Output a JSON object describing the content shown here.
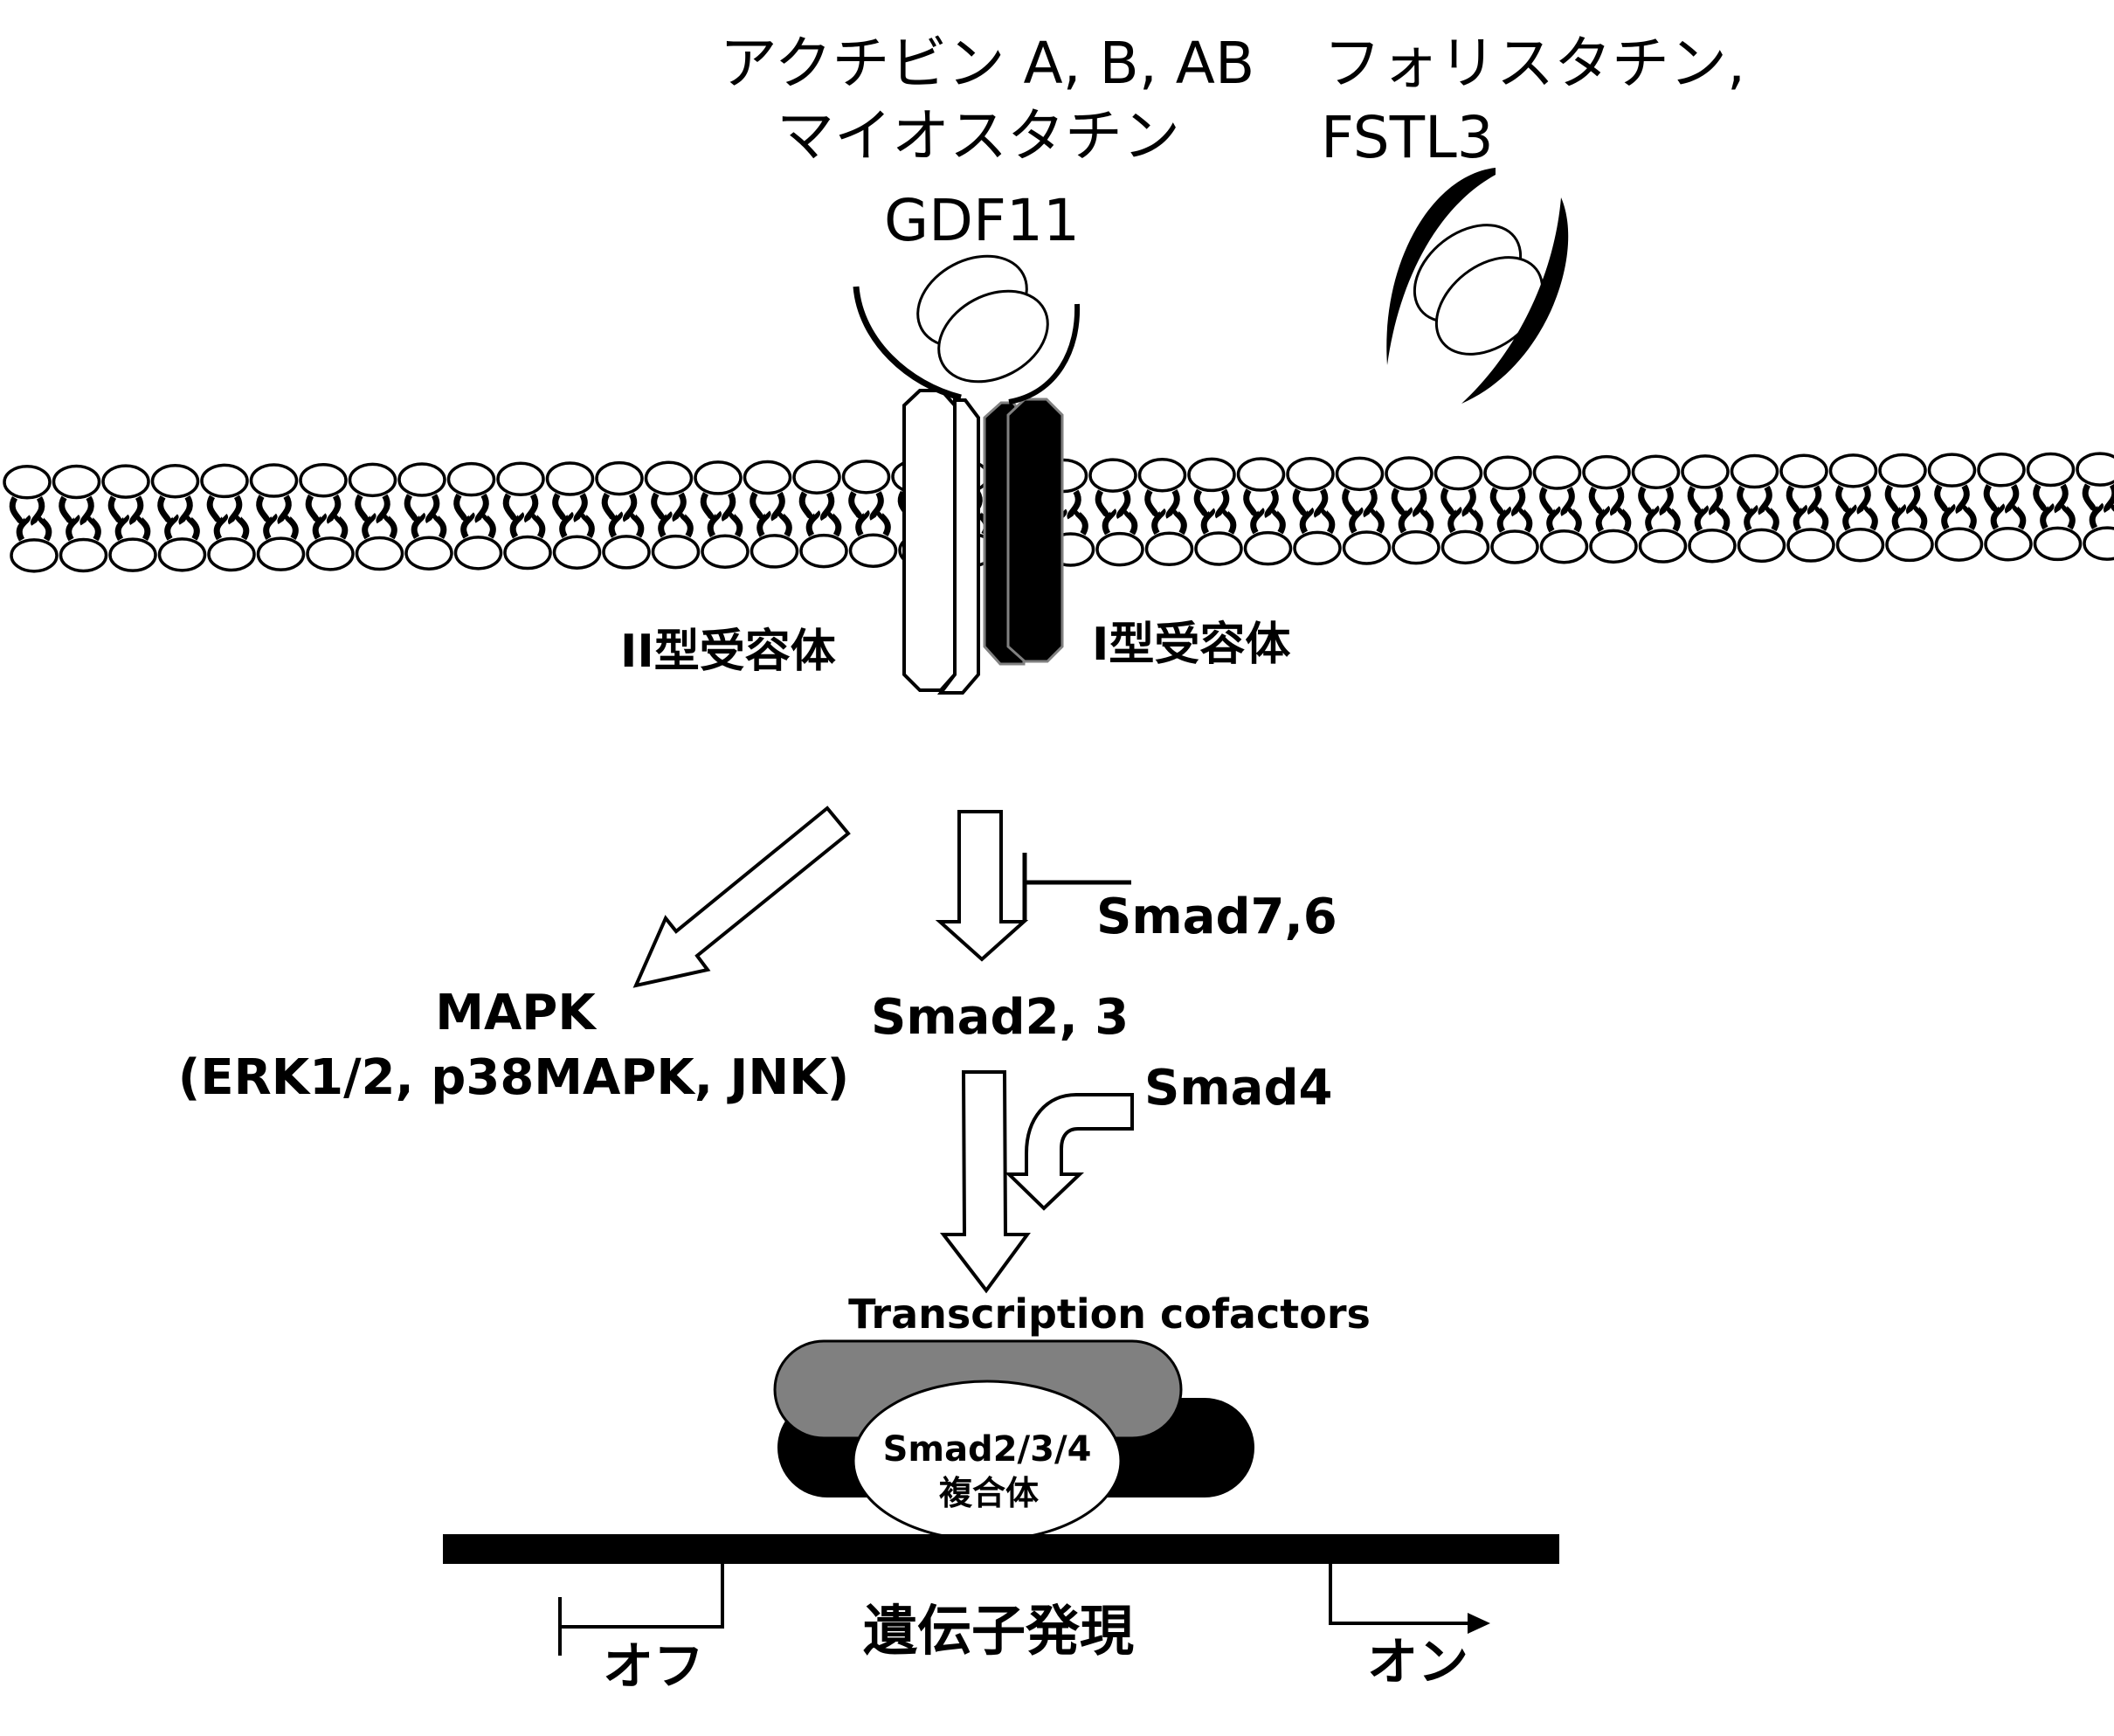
{
  "colors": {
    "background": "#ffffff",
    "ink": "#000000",
    "cofactor_gray": "#808080",
    "receptor_type1": "#000000",
    "receptor_type2": "#ffffff",
    "receptor_type1_edge": "#808080"
  },
  "ligands": {
    "line1": "アクチビン A, B, AB",
    "line2": "マイオスタチン",
    "line3": "GDF11"
  },
  "inhibitors": {
    "line1": "フォリスタチン,",
    "line2": "FSTL3"
  },
  "receptors": {
    "type2_label": "II型受容体",
    "type1_label": "I型受容体"
  },
  "pathways": {
    "mapk_title": "MAPK",
    "mapk_members": "(ERK1/2, p38MAPK, JNK)",
    "smad23": "Smad2, 3",
    "smad76": "Smad7,6",
    "smad4": "Smad4"
  },
  "nucleus": {
    "cofactors_label": "Transcription cofactors",
    "complex_line1": "Smad2/3/4",
    "complex_line2": "複合体",
    "gene_expression": "遺伝子発現",
    "off_label": "オフ",
    "on_label": "オン"
  }
}
